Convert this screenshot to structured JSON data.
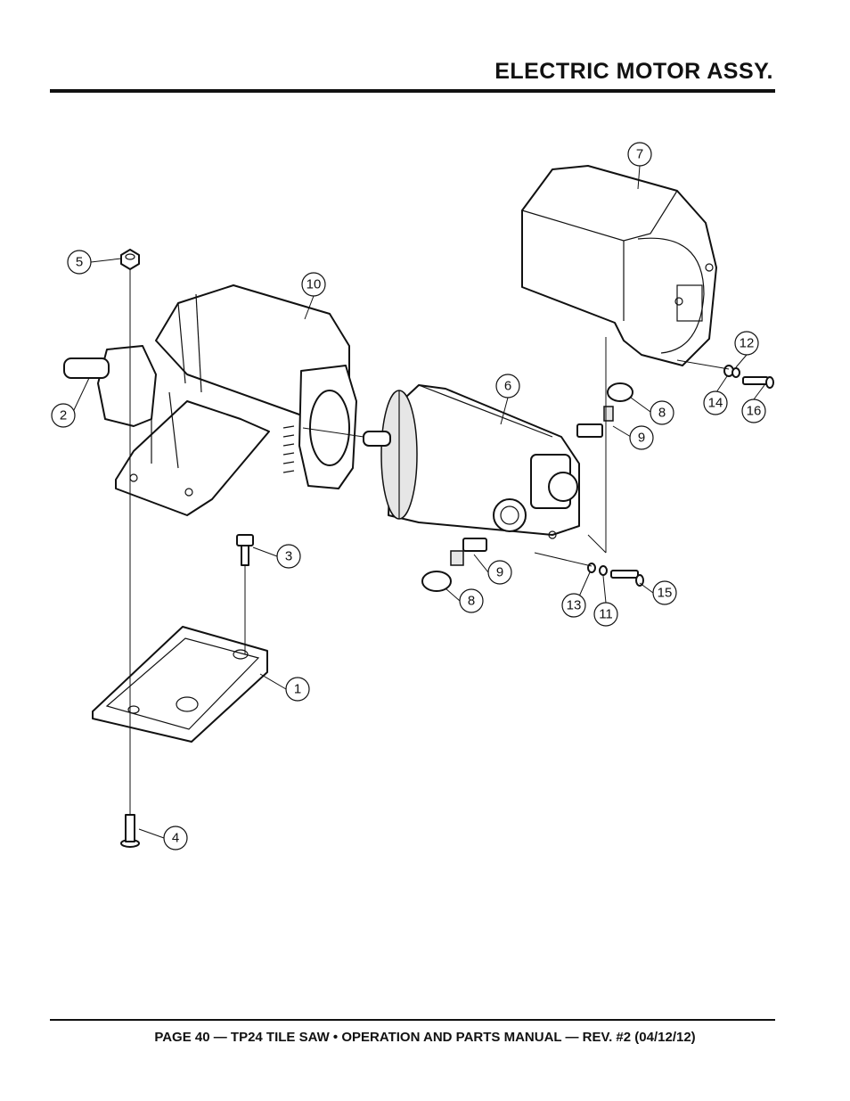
{
  "header": {
    "title": "ELECTRIC MOTOR ASSY."
  },
  "footer": {
    "text": "PAGE 40 — TP24 TILE SAW • OPERATION AND PARTS MANUAL — REV. #2 (04/12/12)"
  },
  "callouts": {
    "c1": "1",
    "c2": "2",
    "c3": "3",
    "c4": "4",
    "c5": "5",
    "c6": "6",
    "c7": "7",
    "c8a": "8",
    "c8b": "8",
    "c9a": "9",
    "c9b": "9",
    "c10": "10",
    "c11": "11",
    "c12": "12",
    "c13": "13",
    "c14": "14",
    "c15": "15",
    "c16": "16"
  }
}
